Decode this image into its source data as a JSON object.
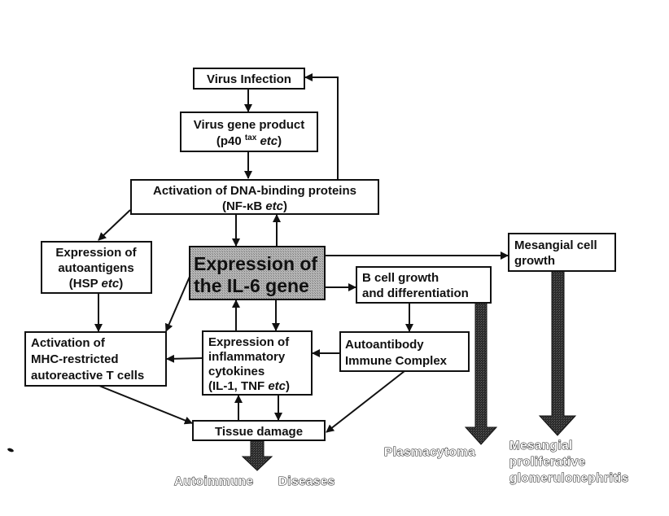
{
  "title": "IL-6 gene expression and disease pathways",
  "colors": {
    "line": "#111111",
    "highlight_fill": "#a9a9a9",
    "thick_arrow": "#333333",
    "background": "#ffffff"
  },
  "nodes": {
    "virus_infection": {
      "lines": [
        "Virus Infection"
      ]
    },
    "virus_gene_product": {
      "lines": [
        "Virus gene product"
      ],
      "line2_prefix": "(p40 ",
      "line2_sup": "tax",
      "line2_italic": "etc",
      "line2_suffix": ")"
    },
    "dna_binding": {
      "lines": [
        "Activation of DNA-binding proteins"
      ],
      "line2_prefix": "(NF-κB ",
      "line2_italic": "etc",
      "line2_suffix": ")"
    },
    "autoantigens": {
      "lines": [
        "Expression of",
        "autoantigens"
      ],
      "line3_prefix": "(HSP ",
      "line3_italic": "etc",
      "line3_suffix": ")"
    },
    "il6_gene": {
      "lines": [
        "Expression of",
        "the IL-6 gene"
      ]
    },
    "mesangial_growth": {
      "lines": [
        "Mesangial cell",
        "growth"
      ]
    },
    "b_cell": {
      "lines": [
        "B cell growth",
        "and differentiation"
      ]
    },
    "mhc_t_cells": {
      "lines": [
        "Activation of",
        "MHC-restricted",
        "autoreactive T cells"
      ]
    },
    "cytokines": {
      "lines": [
        "Expression of",
        "inflammatory",
        "cytokines"
      ],
      "line4_prefix": "(IL-1, TNF ",
      "line4_italic": "etc",
      "line4_suffix": ")"
    },
    "autoantibody": {
      "lines": [
        "Autoantibody",
        "Immune Complex"
      ]
    },
    "tissue_damage": {
      "lines": [
        "Tissue damage"
      ]
    }
  },
  "outcomes": {
    "autoimmune": {
      "label_1": "Autoimmune",
      "label_2": "Diseases"
    },
    "plasmacytoma": {
      "label": "Plasmacytoma"
    },
    "glomerulonephritis": {
      "lines": [
        "Mesangial",
        "proliferative",
        "glomerulonephritis"
      ]
    }
  },
  "edges": [
    {
      "from": "virus_infection",
      "to": "virus_gene_product"
    },
    {
      "from": "virus_gene_product",
      "to": "dna_binding"
    },
    {
      "from": "dna_binding",
      "to": "virus_infection"
    },
    {
      "from": "dna_binding",
      "to": "autoantigens"
    },
    {
      "from": "dna_binding",
      "to": "il6_gene"
    },
    {
      "from": "il6_gene",
      "to": "dna_binding"
    },
    {
      "from": "il6_gene",
      "to": "mesangial_growth"
    },
    {
      "from": "il6_gene",
      "to": "b_cell"
    },
    {
      "from": "il6_gene",
      "to": "mhc_t_cells"
    },
    {
      "from": "il6_gene",
      "to": "cytokines"
    },
    {
      "from": "cytokines",
      "to": "il6_gene"
    },
    {
      "from": "autoantigens",
      "to": "mhc_t_cells"
    },
    {
      "from": "cytokines",
      "to": "mhc_t_cells"
    },
    {
      "from": "b_cell",
      "to": "autoantibody"
    },
    {
      "from": "autoantibody",
      "to": "cytokines"
    },
    {
      "from": "autoantibody",
      "to": "tissue_damage"
    },
    {
      "from": "mhc_t_cells",
      "to": "tissue_damage"
    },
    {
      "from": "cytokines",
      "to": "tissue_damage"
    },
    {
      "from": "tissue_damage",
      "to": "cytokines"
    },
    {
      "from": "tissue_damage",
      "to": "autoimmune",
      "style": "thick"
    },
    {
      "from": "b_cell",
      "to": "plasmacytoma",
      "style": "thick"
    },
    {
      "from": "mesangial_growth",
      "to": "glomerulonephritis",
      "style": "thick"
    }
  ]
}
